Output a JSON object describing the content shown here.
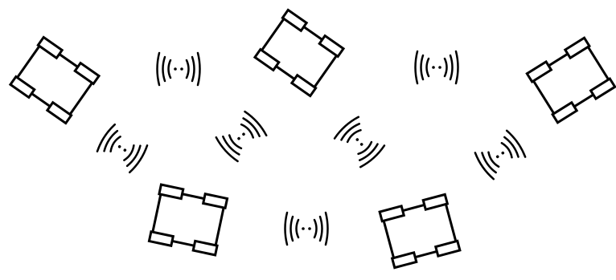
{
  "diagram": {
    "background": "#ffffff",
    "stroke_color": "#000000",
    "robots": [
      {
        "id": "robot-1",
        "angle": 35
      },
      {
        "id": "robot-2",
        "angle": 35
      },
      {
        "id": "robot-3",
        "angle": -32
      },
      {
        "id": "robot-4",
        "angle": 12
      },
      {
        "id": "robot-5",
        "angle": -15
      }
    ],
    "links": [
      {
        "id": "link-1-2"
      },
      {
        "id": "link-2-3"
      },
      {
        "id": "link-1-4"
      },
      {
        "id": "link-2-4"
      },
      {
        "id": "link-2-5"
      },
      {
        "id": "link-3-5"
      },
      {
        "id": "link-4-5"
      }
    ]
  }
}
